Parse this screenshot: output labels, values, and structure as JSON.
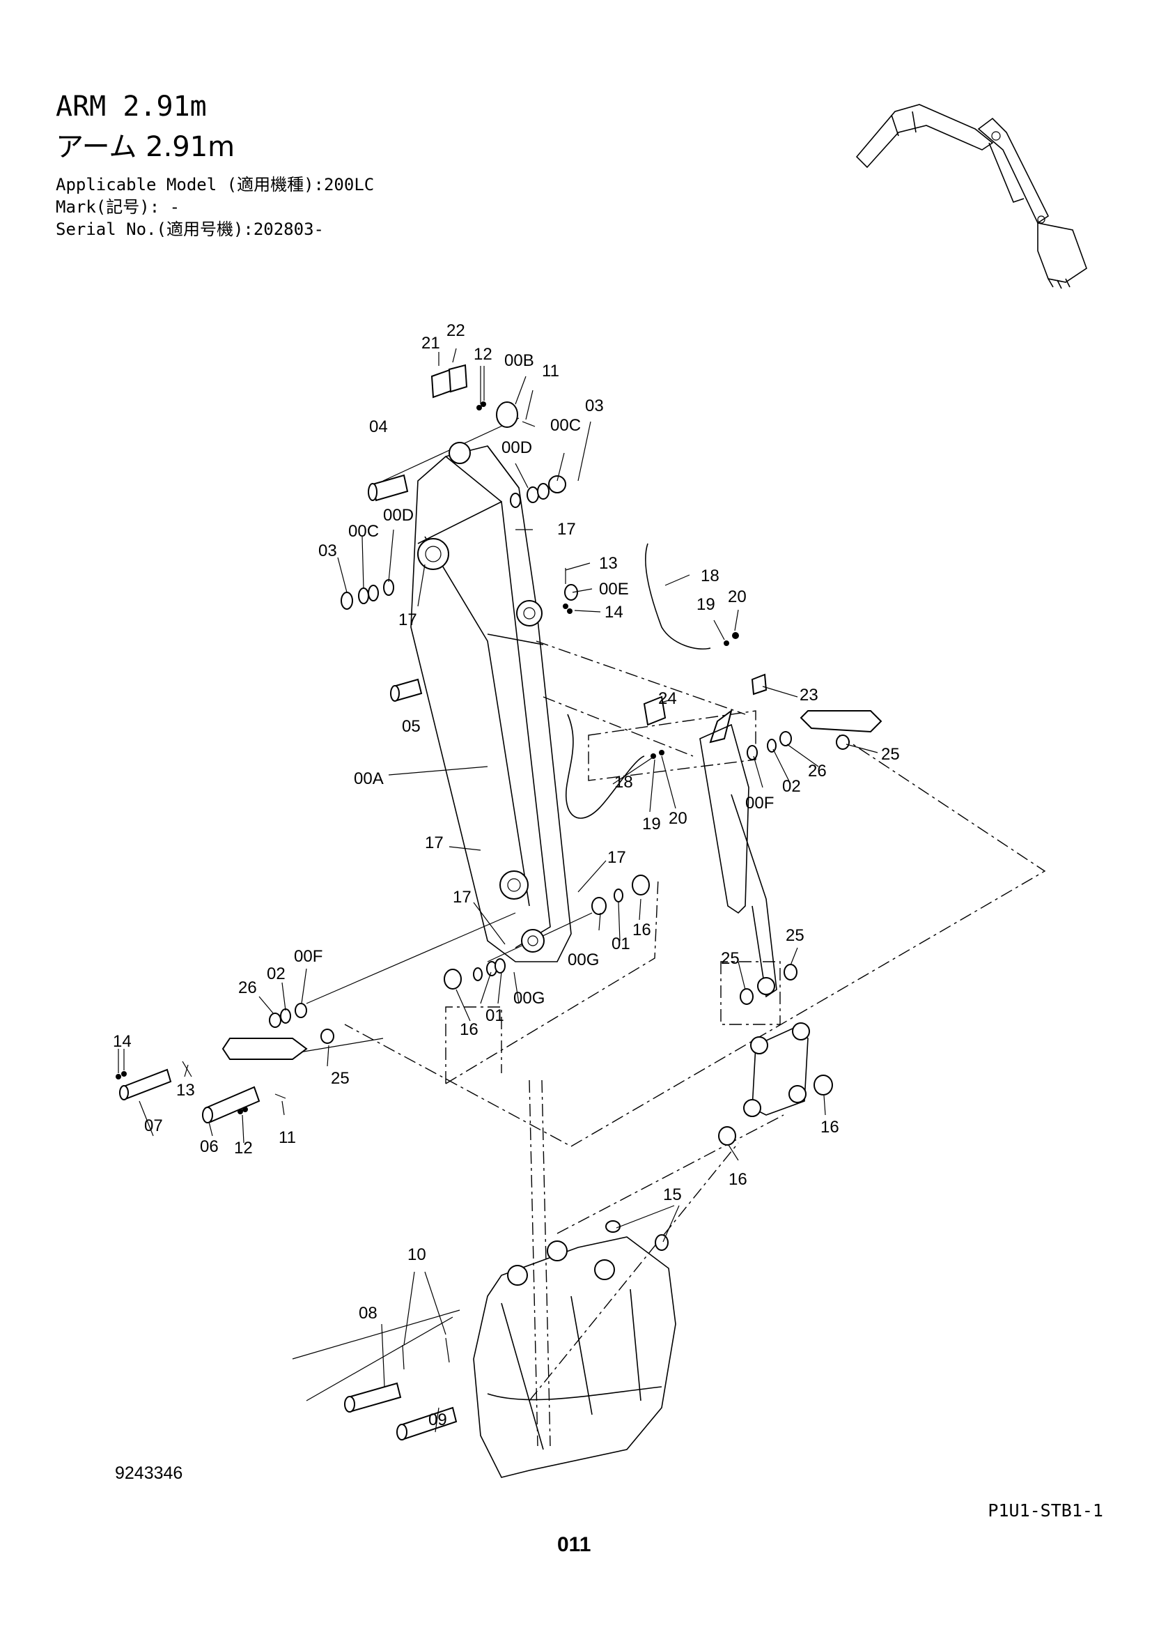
{
  "header": {
    "title_en": "ARM 2.91m",
    "title_ja": "アーム 2.91m",
    "applicable_model": "Applicable Model (適用機種):200LC",
    "mark": "Mark(記号): -",
    "serial": "Serial No.(適用号機):202803-"
  },
  "footer": {
    "doc_number": "9243346",
    "page_code": "P1U1-STB1-1",
    "page_number": "011"
  },
  "callouts": [
    {
      "id": "c21",
      "label": "21"
    },
    {
      "id": "c22",
      "label": "22"
    },
    {
      "id": "c12a",
      "label": "12"
    },
    {
      "id": "c00B",
      "label": "00B"
    },
    {
      "id": "c11a",
      "label": "11"
    },
    {
      "id": "c03a",
      "label": "03"
    },
    {
      "id": "c04",
      "label": "04"
    },
    {
      "id": "c00Ca",
      "label": "00C"
    },
    {
      "id": "c00Da",
      "label": "00D"
    },
    {
      "id": "c17a",
      "label": "17"
    },
    {
      "id": "c00Db",
      "label": "00D"
    },
    {
      "id": "c00Cb",
      "label": "00C"
    },
    {
      "id": "c03b",
      "label": "03"
    },
    {
      "id": "c17b",
      "label": "17"
    },
    {
      "id": "c13a",
      "label": "13"
    },
    {
      "id": "c00E",
      "label": "00E"
    },
    {
      "id": "c14a",
      "label": "14"
    },
    {
      "id": "c18a",
      "label": "18"
    },
    {
      "id": "c19a",
      "label": "19"
    },
    {
      "id": "c20a",
      "label": "20"
    },
    {
      "id": "c05",
      "label": "05"
    },
    {
      "id": "c24",
      "label": "24"
    },
    {
      "id": "c23",
      "label": "23"
    },
    {
      "id": "c25a",
      "label": "25"
    },
    {
      "id": "c26a",
      "label": "26"
    },
    {
      "id": "c02a",
      "label": "02"
    },
    {
      "id": "c00Fa",
      "label": "00F"
    },
    {
      "id": "c00A",
      "label": "00A"
    },
    {
      "id": "c18b",
      "label": "18"
    },
    {
      "id": "c19b",
      "label": "19"
    },
    {
      "id": "c20b",
      "label": "20"
    },
    {
      "id": "c17c",
      "label": "17"
    },
    {
      "id": "c17d",
      "label": "17"
    },
    {
      "id": "c17e",
      "label": "17"
    },
    {
      "id": "c16a",
      "label": "16"
    },
    {
      "id": "c01a",
      "label": "01"
    },
    {
      "id": "c00Ga",
      "label": "00G"
    },
    {
      "id": "c25b",
      "label": "25"
    },
    {
      "id": "c25c",
      "label": "25"
    },
    {
      "id": "c00Fb",
      "label": "00F"
    },
    {
      "id": "c02b",
      "label": "02"
    },
    {
      "id": "c26b",
      "label": "26"
    },
    {
      "id": "c16b",
      "label": "16"
    },
    {
      "id": "c01b",
      "label": "01"
    },
    {
      "id": "c00Gb",
      "label": "00G"
    },
    {
      "id": "c14b",
      "label": "14"
    },
    {
      "id": "c13b",
      "label": "13"
    },
    {
      "id": "c25d",
      "label": "25"
    },
    {
      "id": "c07",
      "label": "07"
    },
    {
      "id": "c06",
      "label": "06"
    },
    {
      "id": "c12b",
      "label": "12"
    },
    {
      "id": "c11b",
      "label": "11"
    },
    {
      "id": "c16c",
      "label": "16"
    },
    {
      "id": "c16d",
      "label": "16"
    },
    {
      "id": "c15",
      "label": "15"
    },
    {
      "id": "c10",
      "label": "10"
    },
    {
      "id": "c08",
      "label": "08"
    },
    {
      "id": "c09",
      "label": "09"
    }
  ]
}
